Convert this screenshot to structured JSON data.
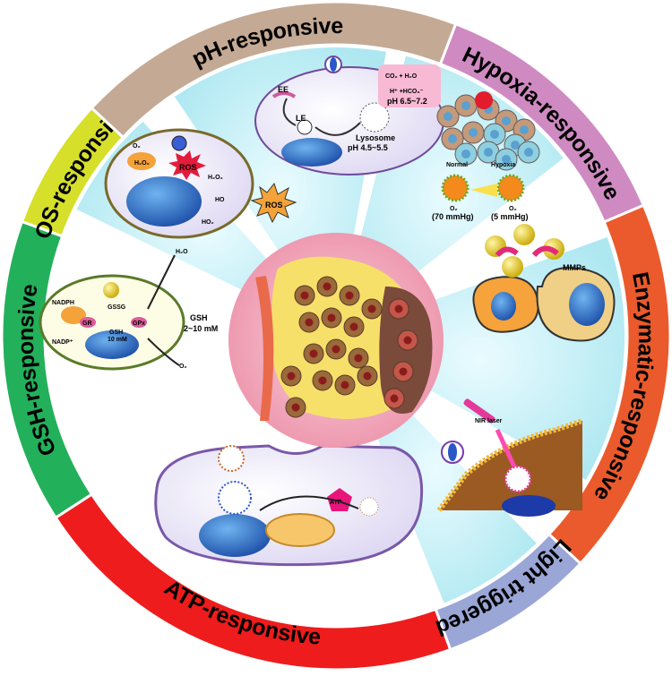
{
  "ring": {
    "segments": [
      {
        "id": "ph",
        "label": "pH-responsive",
        "color": "#c4a994"
      },
      {
        "id": "hypoxia",
        "label": "Hypoxia-responsive",
        "color": "#cf8ac2"
      },
      {
        "id": "enzymatic",
        "label": "Enzymatic-responsive",
        "color": "#ea5a2c"
      },
      {
        "id": "light",
        "label": "Light triggered",
        "color": "#9aa6d6"
      },
      {
        "id": "atp",
        "label": "ATP-responsive",
        "color": "#ee1c1c"
      },
      {
        "id": "gsh",
        "label": "GSH-responsive",
        "color": "#23b05a"
      },
      {
        "id": "ros",
        "label": "ROS-responsive",
        "color": "#d6df2a"
      }
    ]
  },
  "ph_panel": {
    "ee": "EE",
    "le": "LE",
    "reaction": "CO₂ + H₂O",
    "products": "H⁺ +HCO₃⁻",
    "ph_ext": "pH 6.5~7.2",
    "lysosome": "Lysosome",
    "ph_lys": "pH 4.5~5.5"
  },
  "ros_panel": {
    "o2": "O₂",
    "h2o2": "H₂O₂",
    "ros": "ROS",
    "oh": "HO",
    "ho2": "HO₂",
    "ros_out": "ROS",
    "h2o2b": "H₂O₂"
  },
  "hypoxia_panel": {
    "normal": "Normal",
    "hypoxia": "Hypoxia",
    "o2_left": "O₂",
    "o2_right": "O₂",
    "p_left": "(70 mmHg)",
    "p_right": "(5 mmHg)"
  },
  "enzyme_panel": {
    "mmps": "MMPs"
  },
  "gsh_panel": {
    "nadph": "NADPH",
    "nadp": "NADP⁺",
    "gr": "GR",
    "gpx": "GPx",
    "gssg": "GSSG",
    "gsh_in": "GSH",
    "gsh_in_conc": "10 mM",
    "h2o": "H₂O",
    "o2": "O₂",
    "gsh_ext": "GSH",
    "gsh_ext_conc": "2~10 mM"
  },
  "light_panel": {
    "laser": "NIR laser"
  },
  "atp_panel": {
    "atp": "ATP"
  },
  "colors": {
    "center": "#f2a2b6",
    "inner_bg": "#ffffff",
    "cyan": "#b6ecf4",
    "ring_outline": "#ffffff"
  }
}
